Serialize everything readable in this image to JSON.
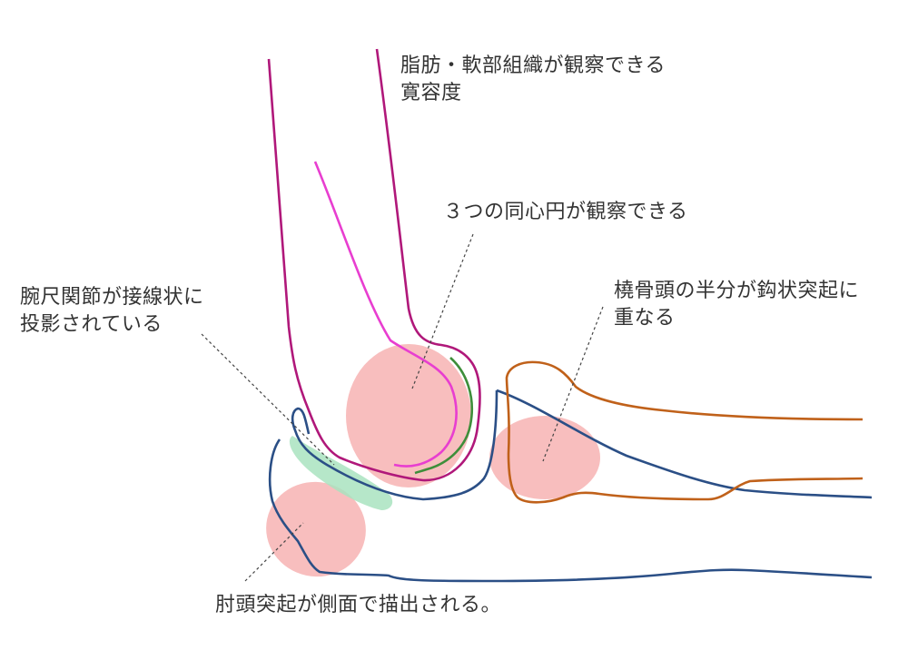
{
  "labels": {
    "fat_pad": {
      "line1": "脂肪・軟部組織が観察できる",
      "line2": "寛容度"
    },
    "concentric_circles": {
      "line1": "３つの同心円が観察できる"
    },
    "ulnohumeral_joint": {
      "line1": "腕尺関節が接線状に",
      "line2": "投影されている"
    },
    "radial_head": {
      "line1": "橈骨頭の半分が鈎状突起に",
      "line2": "重なる"
    },
    "olecranon": {
      "line1": "肘頭突起が側面で描出される。"
    }
  },
  "colors": {
    "humerus_outline": "#b0187a",
    "humerus_inner": "#e83ed0",
    "capitulum_arc": "#3e8e3a",
    "ulna_outline": "#2b4f86",
    "radius_outline": "#c0611a",
    "highlight_circle": "#f7b3b3",
    "joint_highlight": "#a9e3c0",
    "leader_line": "#444444",
    "text": "#333333"
  }
}
